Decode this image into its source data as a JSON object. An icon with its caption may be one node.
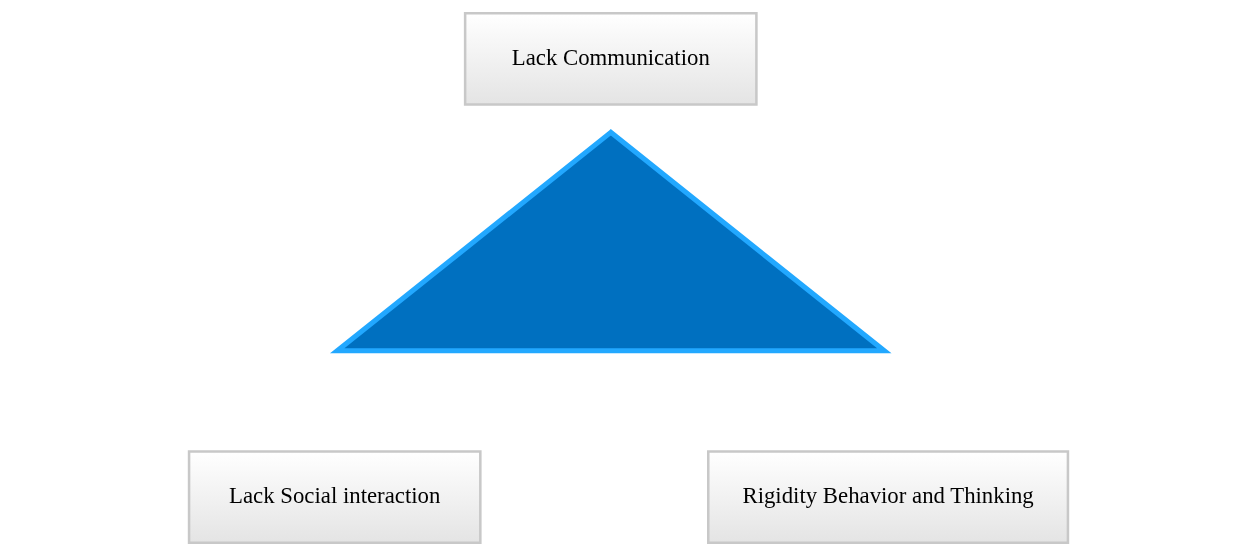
{
  "diagram": {
    "nodes": [
      {
        "text": [
          "Lack Communication"
        ]
      },
      {
        "text": [],
        "shape": "triangle"
      },
      {
        "text": [
          "Lack Social interaction"
        ]
      },
      {
        "text": [
          "Rigidity Behavior and Thinking"
        ]
      }
    ],
    "edges": []
  }
}
